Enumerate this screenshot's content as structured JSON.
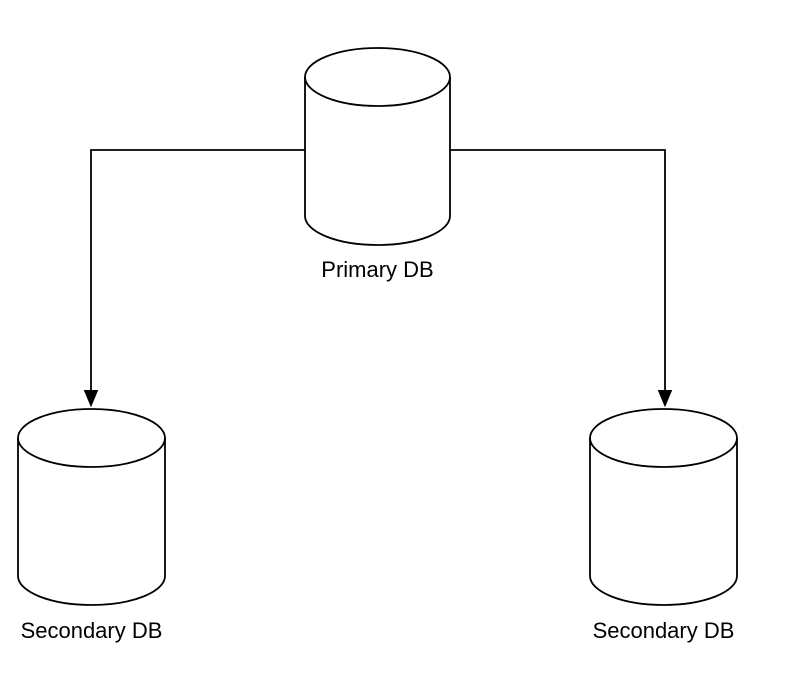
{
  "diagram": {
    "type": "database-replication-topology",
    "nodes": [
      {
        "id": "primary-db",
        "shape": "cylinder",
        "label": "Primary DB"
      },
      {
        "id": "secondary-db-left",
        "shape": "cylinder",
        "label": "Secondary DB"
      },
      {
        "id": "secondary-db-right",
        "shape": "cylinder",
        "label": "Secondary DB"
      }
    ],
    "edges": [
      {
        "from": "primary-db",
        "to": "secondary-db-left",
        "style": "orthogonal",
        "arrow": "filled-triangle"
      },
      {
        "from": "primary-db",
        "to": "secondary-db-right",
        "style": "orthogonal",
        "arrow": "filled-triangle"
      }
    ],
    "colors": {
      "stroke": "#000000",
      "shape_fill": "#ffffff",
      "text": "#000000",
      "background": "#ffffff"
    }
  }
}
